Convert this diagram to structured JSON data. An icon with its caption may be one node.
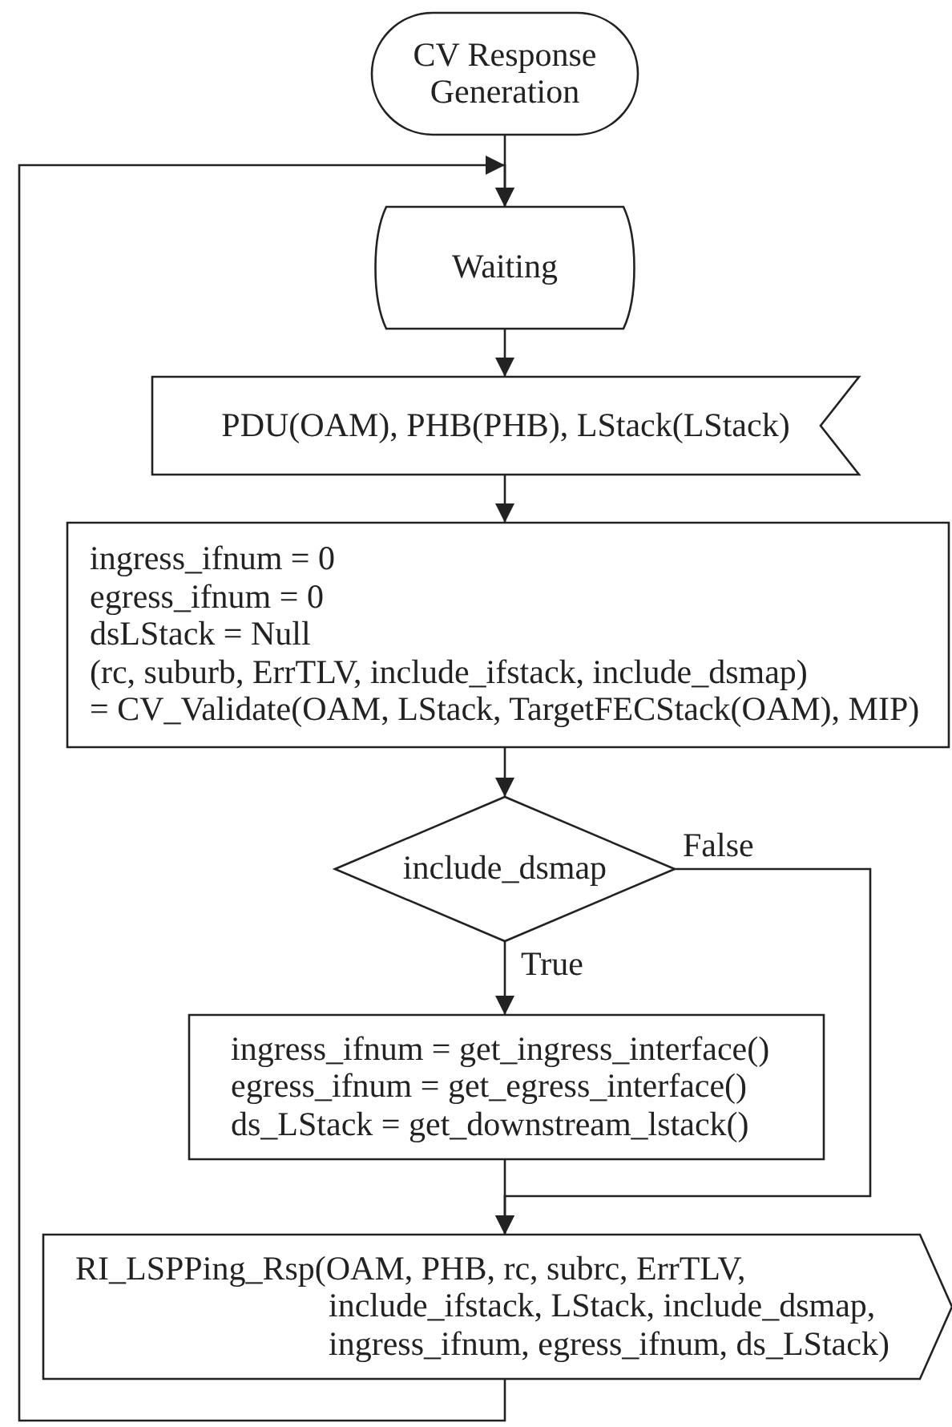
{
  "diagram": {
    "nodes": [
      {
        "text": [
          "CV Response Generation"
        ]
      },
      {
        "text": [
          "Waiting"
        ]
      },
      {
        "text": [
          "PDU(OAM), PHB(PHB), LStack(LStack)"
        ]
      },
      {
        "text": [
          "ingress_ifnum = 0",
          "egress_ifnum = 0",
          "dsLStack = Null",
          "(rc, suburb, ErrTLV, include_ifstack, include_dsmap)",
          "= CV_Validate(OAM, LStack, TargetFECStack(OAM), MIP)"
        ]
      },
      {
        "text": [
          "include_dsmap"
        ]
      },
      {
        "text": [
          "ingress_ifnum = get_ingress_interface()",
          "egress_ifnum = get_egress_interface()",
          "ds_LStack = get_downstream_lstack()"
        ]
      },
      {
        "text": [
          "RI_LSPPing_Rsp(OAM, PHB, rc, subrc, ErrTLV, include_ifstack, LStack, include_dsmap, ingress_ifnum, egress_ifnum, ds_LStack)"
        ]
      }
    ],
    "edges": [
      {
        "from": 0,
        "to": 1,
        "arrow": "to"
      },
      {
        "from": 1,
        "to": 2,
        "arrow": "to"
      },
      {
        "from": 2,
        "to": 3,
        "arrow": "to"
      },
      {
        "from": 3,
        "to": 4,
        "arrow": "to"
      },
      {
        "from": 4,
        "to": 5,
        "label": "True",
        "arrow": "to"
      },
      {
        "from": 4,
        "to": 6,
        "label": "False",
        "arrow": "to"
      },
      {
        "from": 5,
        "to": 6,
        "arrow": "to"
      },
      {
        "from": 6,
        "to": 1,
        "arrow": "to"
      }
    ]
  }
}
